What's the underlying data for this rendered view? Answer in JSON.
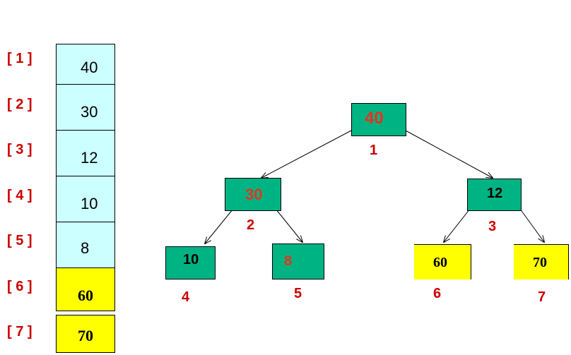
{
  "array": {
    "indices": [
      "[ 1 ]",
      "[ 2 ]",
      "[ 3 ]",
      "[ 4 ]",
      "[ 5 ]",
      "[ 6 ]",
      "[ 7 ]"
    ],
    "values": [
      "40",
      "30",
      "12",
      "10",
      "8",
      "60",
      "70"
    ]
  },
  "tree": {
    "nodes": [
      {
        "value": "40",
        "label": "1"
      },
      {
        "value": "30",
        "label": "2"
      },
      {
        "value": "12",
        "label": "3"
      },
      {
        "value": "10",
        "label": "4"
      },
      {
        "value": "8",
        "label": "5"
      },
      {
        "value": "60",
        "label": "6"
      },
      {
        "value": "70",
        "label": "7"
      }
    ]
  },
  "colors": {
    "array_cell": "#ccffff",
    "highlight": "#ffff00",
    "tree_node": "#00b383",
    "index_text": "#cc0000",
    "value_red": "#e8321e"
  }
}
